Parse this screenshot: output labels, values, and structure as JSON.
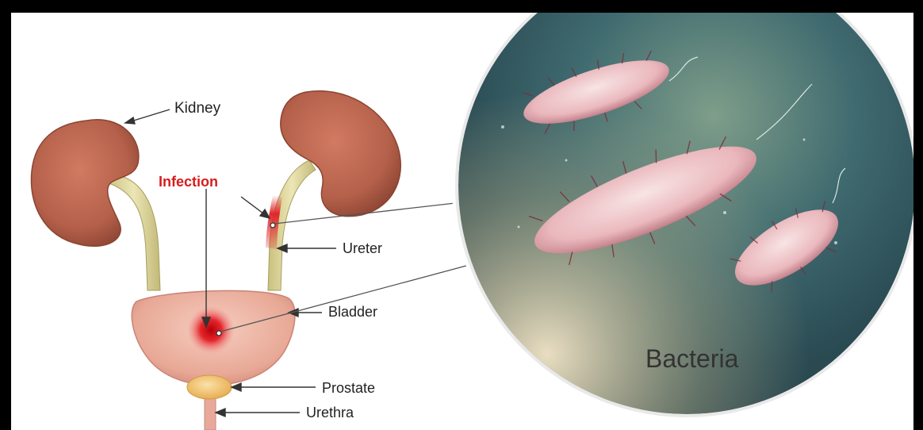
{
  "labels": {
    "kidney": "Kidney",
    "infection": "Infection",
    "ureter": "Ureter",
    "bladder": "Bladder",
    "prostate": "Prostate",
    "urethra": "Urethra",
    "bacteria": "Bacteria"
  },
  "colors": {
    "kidney": "#b8614a",
    "ureter": "#d9d29a",
    "bladder": "#eab0a2",
    "infection": "#e0262a",
    "prostate": "#f2c574",
    "bacteria_body": "#f2c9c9"
  }
}
